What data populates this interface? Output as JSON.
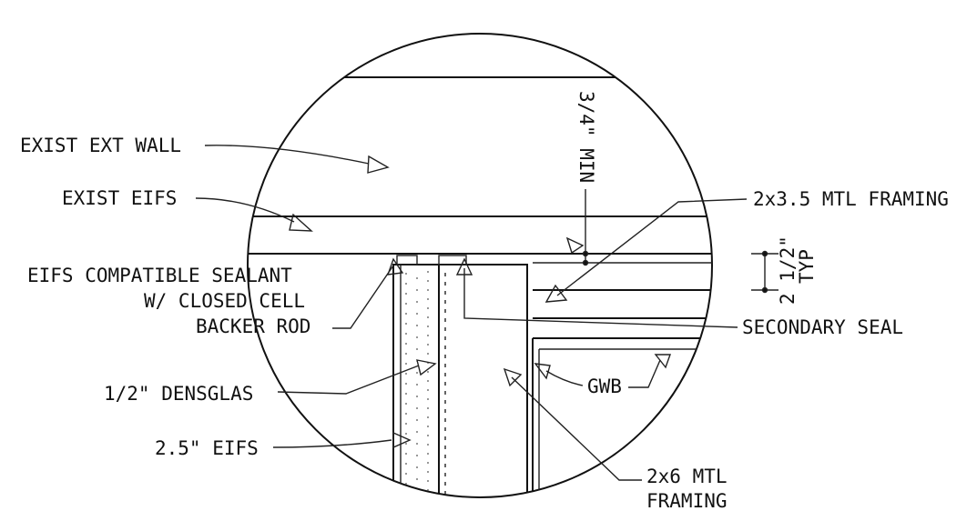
{
  "labels": {
    "exist_ext_wall": "EXIST EXT WALL",
    "exist_eifs": "EXIST EIFS",
    "mtl_framing_top": "2x3.5 MTL FRAMING",
    "dim_vertical": "3/4\" MIN",
    "dim_right_1": "2 1/2\"",
    "dim_right_2": "TYP",
    "sealant_1": "EIFS COMPATIBLE SEALANT",
    "sealant_2": "W/ CLOSED CELL",
    "sealant_3": "BACKER ROD",
    "secondary_seal": "SECONDARY SEAL",
    "densglas": "1/2\" DENSGLAS",
    "gwb": "GWB",
    "eifs": "2.5\" EIFS",
    "framing_bottom_1": "2x6 MTL",
    "framing_bottom_2": "FRAMING"
  },
  "colors": {
    "line": "#111111",
    "background": "#ffffff"
  }
}
